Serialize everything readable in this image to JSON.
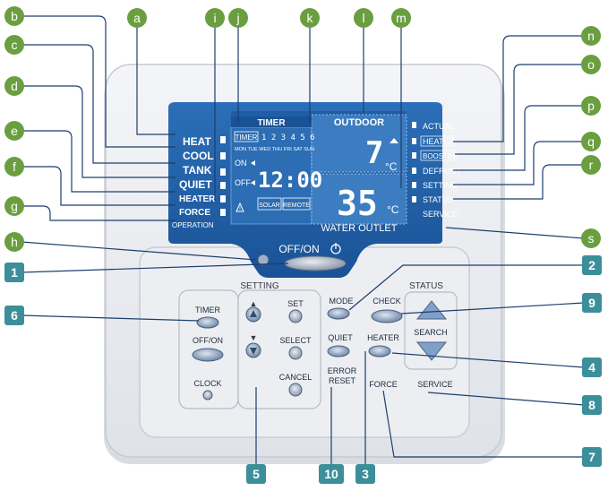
{
  "letter_callouts": [
    "a",
    "b",
    "c",
    "d",
    "e",
    "f",
    "g",
    "h",
    "i",
    "j",
    "k",
    "l",
    "m",
    "n",
    "o",
    "p",
    "q",
    "r",
    "s"
  ],
  "number_callouts": [
    "1",
    "2",
    "3",
    "4",
    "5",
    "6",
    "7",
    "8",
    "9",
    "10"
  ],
  "lcd": {
    "left_labels": [
      "HEAT",
      "COOL",
      "TANK",
      "QUIET",
      "HEATER",
      "FORCE"
    ],
    "operation_label": "OPERATION",
    "timer_title": "TIMER",
    "timer_box": "TIMER",
    "timer_numbers": "1 2 3 4 5 6",
    "days": "MON TUE WED THU FRI SAT SUN",
    "on_label": "ON",
    "off_label": "OFF",
    "clock_value": "12:00",
    "solar_label": "SOLAR",
    "remote_label": "REMOTE",
    "outdoor_title": "OUTDOOR",
    "outdoor_temp": "7",
    "outdoor_unit": "°C",
    "water_temp": "35",
    "water_unit": "°C",
    "water_outlet_label": "WATER OUTLET",
    "right_labels": [
      "ACTUAL",
      "HEATER",
      "BOOSTER",
      "DEFROST",
      "SETTING",
      "STATUS",
      "SERVICE"
    ],
    "warning_symbol": "!"
  },
  "controls": {
    "offon_main": "OFF/ON",
    "setting_header": "SETTING",
    "status_header": "STATUS",
    "timer_btn": "TIMER",
    "offon_btn": "OFF/ON",
    "clock_btn": "CLOCK",
    "set_btn": "SET",
    "select_btn": "SELECT",
    "cancel_btn": "CANCEL",
    "mode_btn": "MODE",
    "quiet_btn": "QUIET",
    "heater_btn": "HEATER",
    "error_reset_line1": "ERROR",
    "error_reset_line2": "RESET",
    "force_btn": "FORCE",
    "service_btn": "SERVICE",
    "check_btn": "CHECK",
    "search_label": "SEARCH"
  },
  "colors": {
    "lcd_blue": "#1d5fa8",
    "lcd_inner": "#5a8bc6",
    "callout_green": "#6a9e3f",
    "callout_teal": "#3c8f9a",
    "panel_outline": "#c9ccd2"
  }
}
